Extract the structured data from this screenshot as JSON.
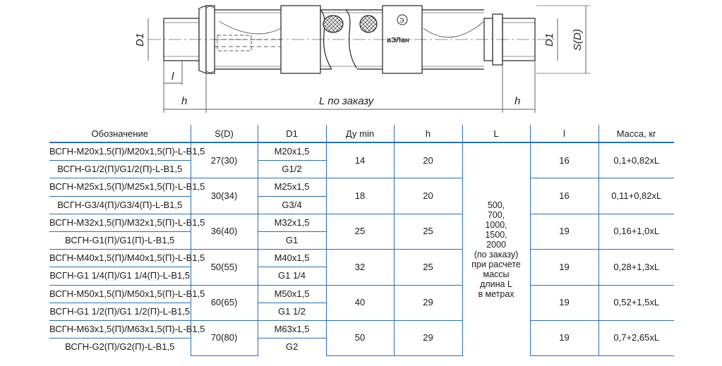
{
  "drawing": {
    "label_d1_left": "D1",
    "label_d1_right": "D1",
    "label_s_d": "S(D)",
    "label_l_small": "l",
    "label_h_left": "h",
    "label_h_right": "h",
    "label_l_order": "L по заказу",
    "logo_text": "вЭЛан",
    "logo_mark": "Э"
  },
  "table": {
    "headers": [
      "Обозначение",
      "S(D)",
      "D1",
      "Ду min",
      "h",
      "L",
      "l",
      "Масса, кг"
    ],
    "l_column": [
      "500,",
      "700,",
      "1000,",
      "1500,",
      "2000",
      "(по заказу)",
      "при расчете",
      "массы",
      "длина L",
      "в метрах"
    ],
    "groups": [
      {
        "names": [
          "ВСГН-М20х1,5(П)/М20х1,5(П)-L-В1,5",
          "ВСГН-G1/2(П)/G1/2(П)-L-В1,5"
        ],
        "s_d": "27(30)",
        "d1": [
          "М20х1,5",
          "G1/2"
        ],
        "du": "14",
        "h": "20",
        "l": "16",
        "mass": "0,1+0,82хL"
      },
      {
        "names": [
          "ВСГН-М25х1,5(П)/М25х1,5(П)-L-В1,5",
          "ВСГН-G3/4(П)/G3/4(П)-L-В1,5"
        ],
        "s_d": "30(34)",
        "d1": [
          "М25х1,5",
          "G3/4"
        ],
        "du": "18",
        "h": "20",
        "l": "16",
        "mass": "0,11+0,82хL"
      },
      {
        "names": [
          "ВСГН-М32х1,5(П)/М32х1,5(П)-L-В1,5",
          "ВСГН-G1(П)/G1(П)-L-В1,5"
        ],
        "s_d": "36(40)",
        "d1": [
          "М32х1,5",
          "G1"
        ],
        "du": "25",
        "h": "25",
        "l": "19",
        "mass": "0,16+1,0хL"
      },
      {
        "names": [
          "ВСГН-М40х1,5(П)/М40х1,5(П)-L-В1,5",
          "ВСГН-G1 1/4(П)/G1 1/4(П)-L-В1,5"
        ],
        "s_d": "50(55)",
        "d1": [
          "М40х1,5",
          "G1 1/4"
        ],
        "du": "32",
        "h": "25",
        "l": "19",
        "mass": "0,28+1,3хL"
      },
      {
        "names": [
          "ВСГН-М50х1,5(П)/М50х1,5(П)-L-В1,5",
          "ВСГН-G1 1/2(П)/G1 1/2(П)-L-В1,5"
        ],
        "s_d": "60(65)",
        "d1": [
          "М50х1,5",
          "G1 1/2"
        ],
        "du": "40",
        "h": "29",
        "l": "19",
        "mass": "0,52+1,5хL"
      },
      {
        "names": [
          "ВСГН-М63х1,5(П)/М63х1,5(П)-L-В1,5",
          "ВСГН-G2(П)/G2(П)-L-В1,5"
        ],
        "s_d": "70(80)",
        "d1": [
          "М63х1,5",
          "G2"
        ],
        "du": "50",
        "h": "29",
        "l": "19",
        "mass": "0,7+2,65хL"
      }
    ]
  }
}
